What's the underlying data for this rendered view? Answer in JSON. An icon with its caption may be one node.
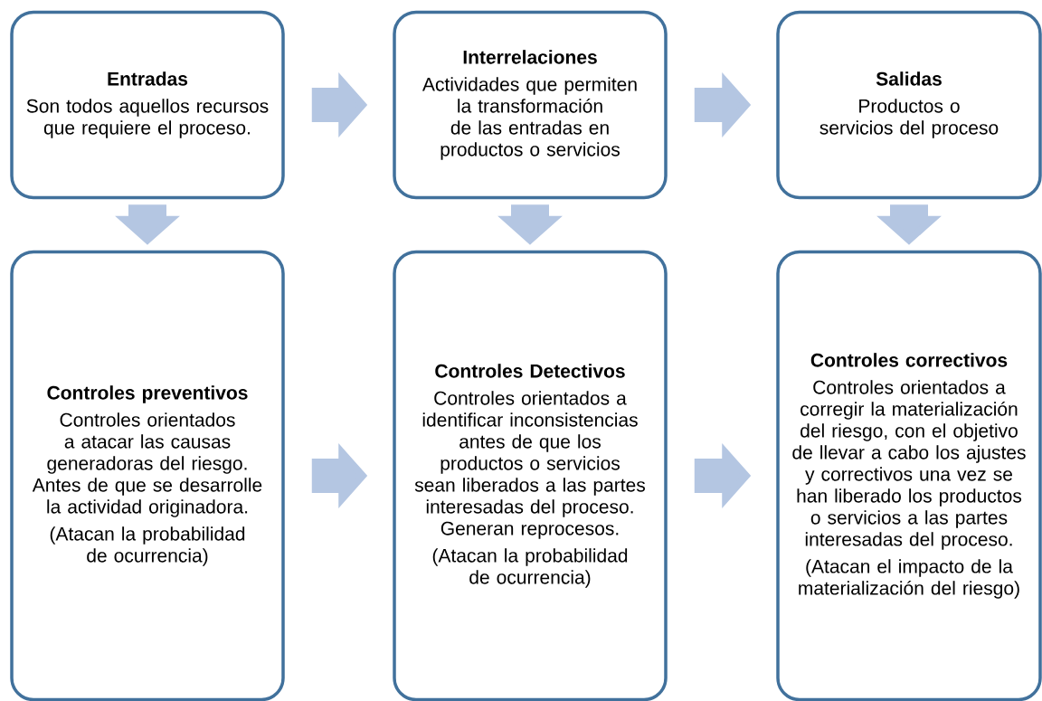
{
  "diagram": {
    "nodes": [
      {
        "text": [
          "Entradas",
          "Son todos aquellos recursos que requiere el proceso."
        ]
      },
      {
        "text": [
          "Interrelaciones",
          "Actividades que permiten la transformación de las entradas en productos o servicios"
        ]
      },
      {
        "text": [
          "Salidas",
          "Productos o servicios del proceso"
        ]
      },
      {
        "text": [
          "Controles preventivos",
          "Controles orientados a atacar las causas generadoras del riesgo. Antes de que se desarrolle la actividad originadora.",
          "(Atacan la probabilidad de ocurrencia)"
        ]
      },
      {
        "text": [
          "Controles Detectivos",
          "Controles orientados a identificar inconsistencias antes de que los productos o servicios sean liberados a las partes interesadas del proceso. Generan reprocesos.",
          "(Atacan la probabilidad de ocurrencia)"
        ]
      },
      {
        "text": [
          "Controles correctivos",
          "Controles orientados a corregir la materialización del riesgo, con el objetivo de llevar a cabo los ajustes y correctivos una vez se han liberado los productos o servicios a las partes interesadas del proceso.",
          "(Atacan el impacto de la materialización del riesgo)"
        ]
      }
    ],
    "edges": [
      {
        "from": 0,
        "to": 1,
        "arrow": "to"
      },
      {
        "from": 1,
        "to": 2,
        "arrow": "to"
      },
      {
        "from": 0,
        "to": 3,
        "arrow": "to"
      },
      {
        "from": 1,
        "to": 4,
        "arrow": "to"
      },
      {
        "from": 2,
        "to": 5,
        "arrow": "to"
      },
      {
        "from": 3,
        "to": 4,
        "arrow": "to"
      },
      {
        "from": 4,
        "to": 5,
        "arrow": "to"
      }
    ]
  }
}
